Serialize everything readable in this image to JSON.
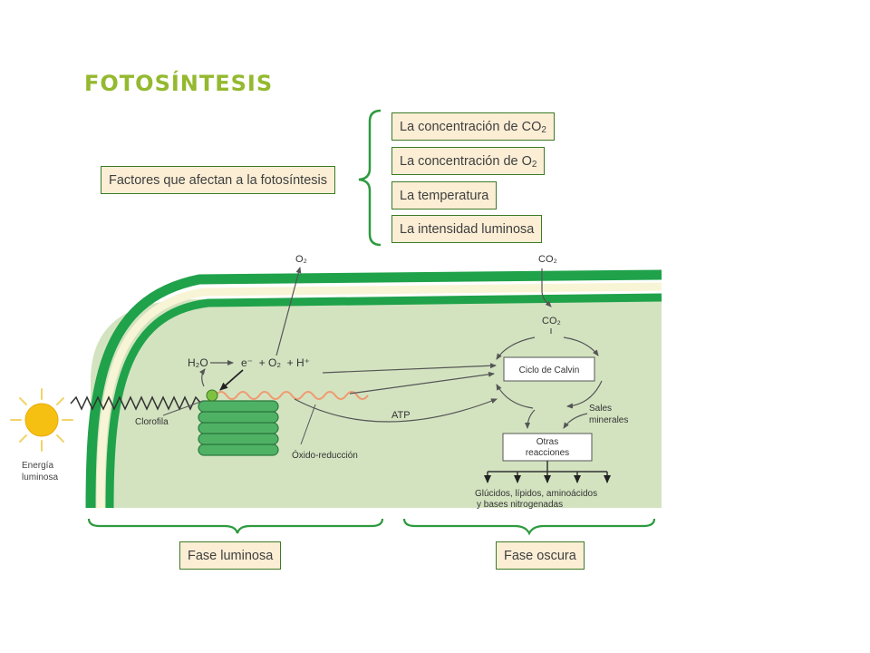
{
  "title": "FOTOSÍNTESIS",
  "factors": {
    "main_label": "Factores que afectan a la fotosíntesis",
    "items": [
      {
        "text": "La concentración de CO",
        "sub": "2"
      },
      {
        "text": "La concentración de O",
        "sub": "2"
      },
      {
        "text": "La temperatura",
        "sub": ""
      },
      {
        "text": "La intensidad luminosa",
        "sub": ""
      }
    ]
  },
  "diagram": {
    "o2_out": "O₂",
    "co2_in": "CO₂",
    "co2_inner": "CO₂",
    "equation_h2o": "H₂O",
    "equation_rest": "e⁻  + O₂  + H⁺",
    "chlorophyll": "Clorofila",
    "redox": "Óxido-reducción",
    "atp": "ATP",
    "energy_line1": "Energía",
    "energy_line2": "luminosa",
    "calvin": "Ciclo de Calvin",
    "salts_line1": "Sales",
    "salts_line2": "minerales",
    "other_line1": "Otras",
    "other_line2": "reacciones",
    "products_line1": "Glúcidos, lípidos, aminoácidos",
    "products_line2": "y bases nitrogenadas"
  },
  "phases": {
    "light": "Fase luminosa",
    "dark": "Fase oscura"
  },
  "colors": {
    "title": "#94b92f",
    "box_fill": "#fbeed5",
    "box_border": "#3c7a26",
    "stroma": "#d3e3c0",
    "membrane": "#1fa24a",
    "intermembrane": "#f8f4d6",
    "thylakoid": "#4fb164",
    "sun": "#f6c012",
    "redox_wave": "#f09a72"
  }
}
